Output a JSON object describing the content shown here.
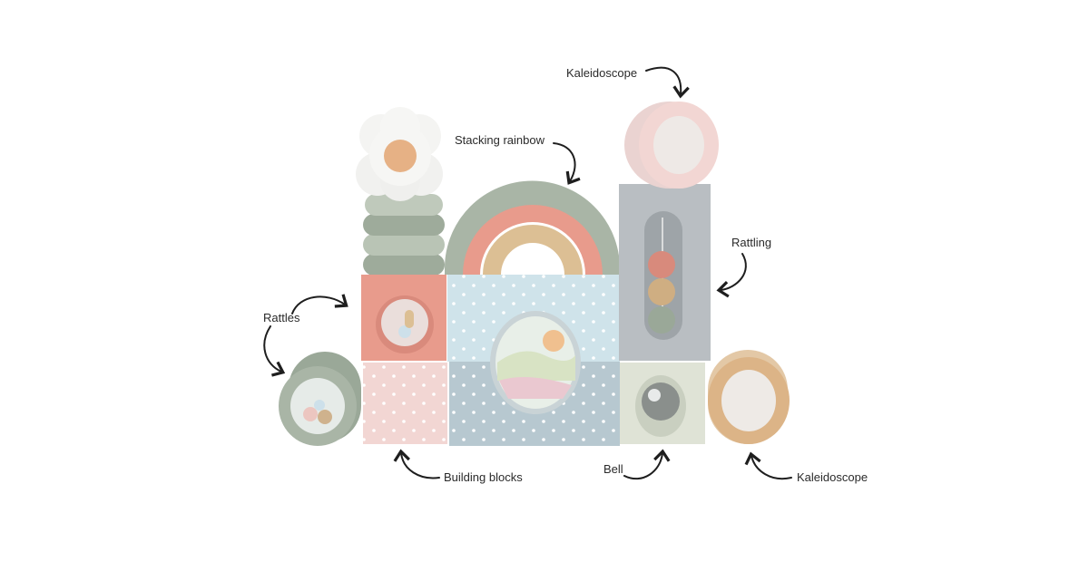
{
  "labels": {
    "kaleidoscope_top": "Kaleidoscope",
    "stacking_rainbow": "Stacking rainbow",
    "rattling": "Rattling",
    "rattles": "Rattles",
    "building_blocks": "Building blocks",
    "bell": "Bell",
    "kaleidoscope_bottom": "Kaleidoscope"
  },
  "colors": {
    "sage": "#a9b5a6",
    "coral": "#e89b8c",
    "tan": "#dcbf94",
    "pink": "#f2d6d3",
    "light_blue": "#cfe3ea",
    "blue_grey": "#b7c8d0",
    "grey": "#b9bec2",
    "arrow": "#1e1e1e"
  }
}
